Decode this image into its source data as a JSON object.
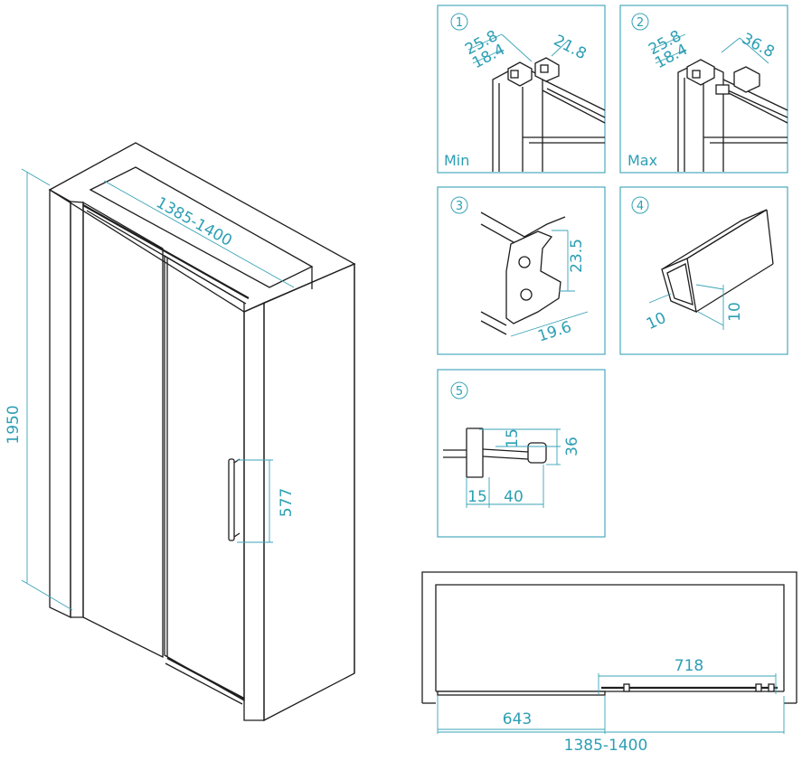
{
  "main_view": {
    "height_label": "1950",
    "width_label": "1385-1400",
    "handle_label": "577"
  },
  "detail_1": {
    "number": "1",
    "mode_label": "Min",
    "dim_a": "25.8",
    "dim_b": "18.4",
    "dim_c": "21.8"
  },
  "detail_2": {
    "number": "2",
    "mode_label": "Max",
    "dim_a": "25.8",
    "dim_b": "18.4",
    "dim_c": "36.8"
  },
  "detail_3": {
    "number": "3",
    "dim_height": "23.5",
    "dim_width": "19.6"
  },
  "detail_4": {
    "number": "4",
    "dim_width": "10",
    "dim_height": "10"
  },
  "detail_5": {
    "number": "5",
    "dim_top": "15",
    "dim_height": "36",
    "dim_left": "15",
    "dim_right": "40"
  },
  "top_view": {
    "panel_label": "718",
    "door_label": "643",
    "total_label": "1385-1400"
  },
  "colors": {
    "line": "#1e1e1e",
    "dimension": "#2c9fb4",
    "frame": "#3aa3b7"
  }
}
